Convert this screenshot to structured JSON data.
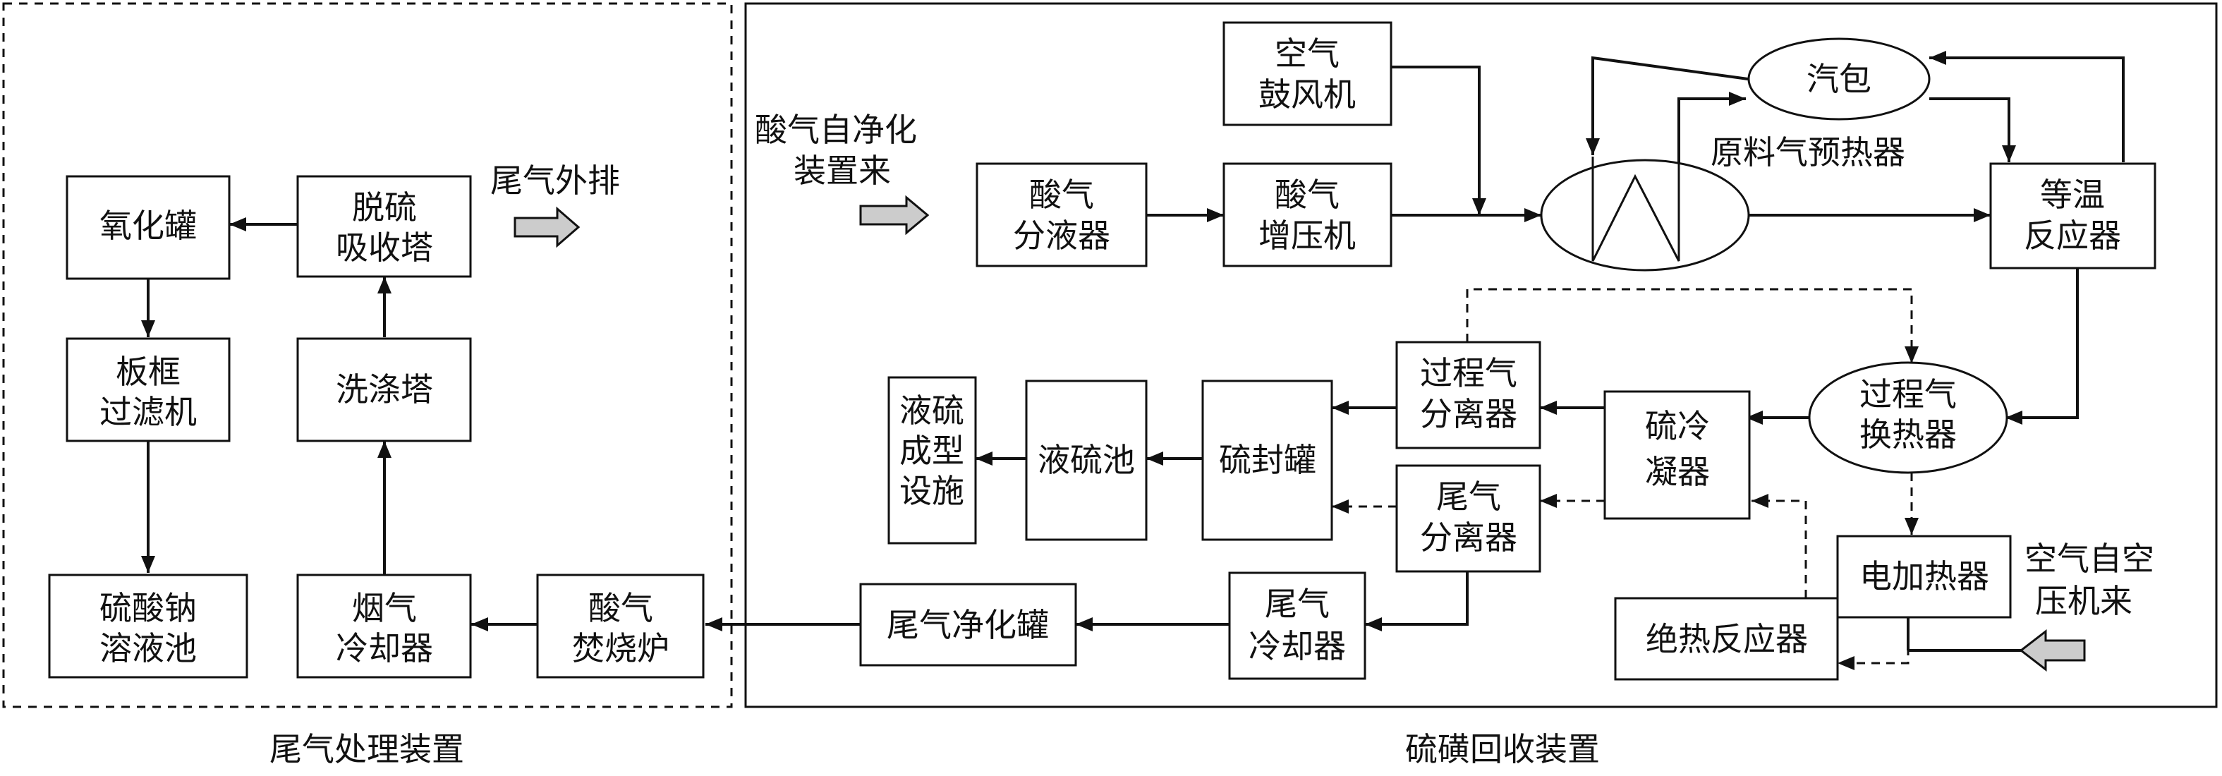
{
  "sections": {
    "tail_gas": "尾气处理装置",
    "sulfur_recovery": "硫磺回收装置"
  },
  "nodes": {
    "oxidation_tank": [
      "氧化罐"
    ],
    "plate_filter": [
      "板框",
      "过滤机"
    ],
    "sodium_sulfate_pool": [
      "硫酸钠",
      "溶液池"
    ],
    "desulfur_tower": [
      "脱硫",
      "吸收塔"
    ],
    "washing_tower": [
      "洗涤塔"
    ],
    "flue_gas_cooler": [
      "烟气",
      "冷却器"
    ],
    "acid_gas_incinerator": [
      "酸气",
      "焚烧炉"
    ],
    "acid_gas_separator": [
      "酸气",
      "分液器"
    ],
    "acid_gas_compressor": [
      "酸气",
      "增压机"
    ],
    "air_blower": [
      "空气",
      "鼓风机"
    ],
    "steam_drum": [
      "汽包"
    ],
    "isothermal_reactor": [
      "等温",
      "反应器"
    ],
    "process_gas_hx": [
      "过程气",
      "换热器"
    ],
    "process_gas_separator": [
      "过程气",
      "分离器"
    ],
    "sulfur_condenser": [
      "硫冷",
      "凝器"
    ],
    "tail_gas_separator": [
      "尾气",
      "分离器"
    ],
    "sulfur_seal_tank": [
      "硫封罐"
    ],
    "liquid_sulfur_pool": [
      "液硫池"
    ],
    "liquid_sulfur_forming": [
      "液硫",
      "成型",
      "设施"
    ],
    "electric_heater": [
      "电加热器"
    ],
    "adiabatic_reactor": [
      "绝热反应器"
    ],
    "tail_gas_cooler": [
      "尾气",
      "冷却器"
    ],
    "tail_gas_purifier": [
      "尾气净化罐"
    ]
  },
  "labels": {
    "tail_gas_exhaust": "尾气外排",
    "acid_gas_source": [
      "酸气自净化",
      "装置来"
    ],
    "feed_preheater": "原料气预热器",
    "air_source": [
      "空气自空",
      "压机来"
    ]
  }
}
